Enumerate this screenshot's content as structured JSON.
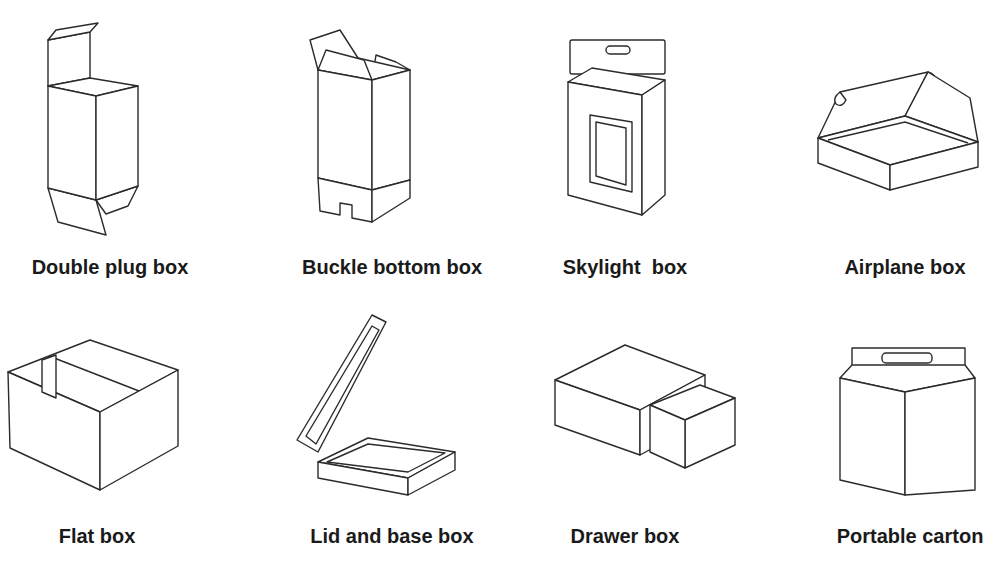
{
  "diagram": {
    "labels": [
      "Double plug box",
      "Buckle bottom box",
      "Skylight  box",
      "Airplane box",
      "Flat box",
      "Lid and base box",
      "Drawer box",
      "Portable carton"
    ]
  }
}
